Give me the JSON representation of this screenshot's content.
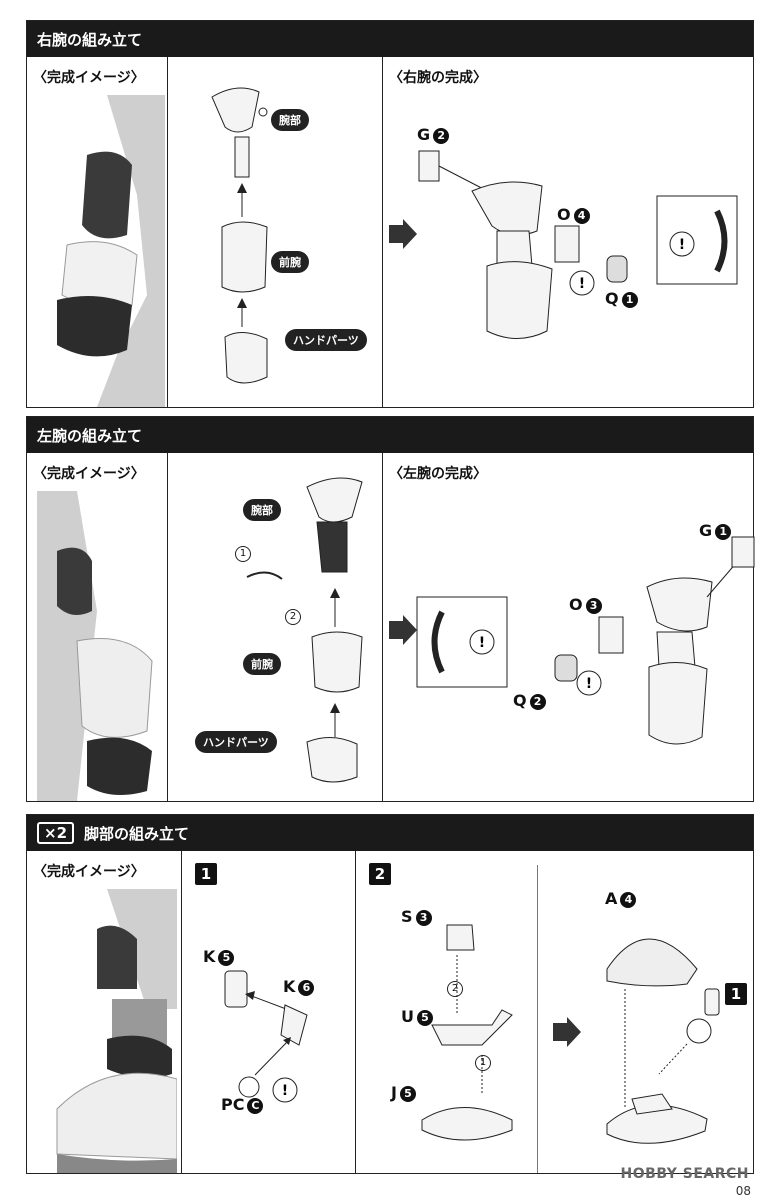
{
  "section1": {
    "title": "右腕の組み立て",
    "image_label": "〈完成イメージ〉",
    "parts": {
      "arm": "腕部",
      "forearm": "前腕",
      "hand": "ハンドパーツ"
    },
    "complete_label": "〈右腕の完成〉",
    "codes": {
      "g": "G",
      "g_num": "2",
      "o": "O",
      "o_num": "4",
      "q": "Q",
      "q_num": "1"
    }
  },
  "section2": {
    "title": "左腕の組み立て",
    "image_label": "〈完成イメージ〉",
    "parts": {
      "arm": "腕部",
      "forearm": "前腕",
      "hand": "ハンドパーツ"
    },
    "complete_label": "〈左腕の完成〉",
    "steps": {
      "one": "1",
      "two": "2"
    },
    "codes": {
      "g": "G",
      "g_num": "1",
      "o": "O",
      "o_num": "3",
      "q": "Q",
      "q_num": "2"
    }
  },
  "section3": {
    "multiplier": "×2",
    "title": "脚部の組み立て",
    "image_label": "〈完成イメージ〉",
    "step1": "1",
    "step2": "2",
    "codes": {
      "k5": "K",
      "k5_num": "5",
      "k6": "K",
      "k6_num": "6",
      "pc": "PC",
      "pc_num": "C",
      "s": "S",
      "s_num": "3",
      "u": "U",
      "u_num": "5",
      "j": "J",
      "j_num": "5",
      "a": "A",
      "a_num": "4"
    },
    "sub_steps": {
      "one": "1",
      "two": "2"
    },
    "ref_step": "1"
  },
  "footer": {
    "watermark": "HOBBY SEARCH",
    "page": "08"
  }
}
